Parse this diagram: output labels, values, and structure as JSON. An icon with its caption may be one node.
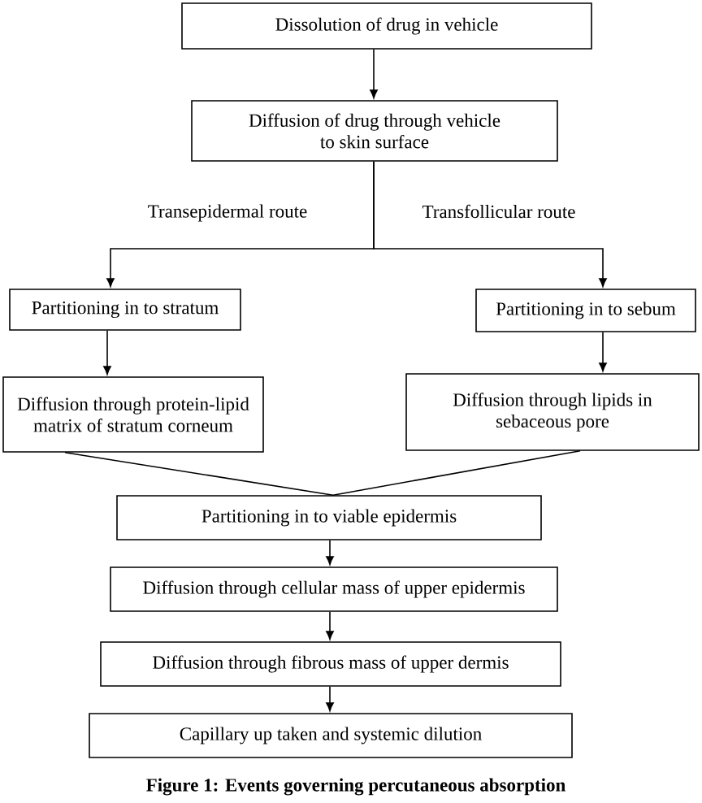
{
  "diagram": {
    "caption": "Figure 1: Events governing percutaneous absorption",
    "nodes": [
      {
        "text": [
          "Dissolution of drug in vehicle"
        ]
      },
      {
        "text": [
          "Diffusion of drug through vehicle to skin surface"
        ]
      },
      {
        "text": [
          "Partitioning in to stratum"
        ]
      },
      {
        "text": [
          "Partitioning in to sebum"
        ]
      },
      {
        "text": [
          "Diffusion through protein-lipid matrix of stratum corneum"
        ]
      },
      {
        "text": [
          "Diffusion through lipids in sebaceous pore"
        ]
      },
      {
        "text": [
          "Partitioning in to viable epidermis"
        ]
      },
      {
        "text": [
          "Diffusion through cellular mass of upper epidermis"
        ]
      },
      {
        "text": [
          "Diffusion through fibrous mass of upper dermis"
        ]
      },
      {
        "text": [
          "Capillary up taken and systemic dilution"
        ]
      }
    ],
    "edges": [
      {
        "from": 0,
        "to": 1,
        "arrow": "to"
      },
      {
        "from": 1,
        "to": 2,
        "arrow": "to",
        "label": "Transepidermal route"
      },
      {
        "from": 1,
        "to": 3,
        "arrow": "to",
        "label": "Transfollicular route"
      },
      {
        "from": 2,
        "to": 4,
        "arrow": "to"
      },
      {
        "from": 3,
        "to": 5,
        "arrow": "to"
      },
      {
        "from": 4,
        "to": 6,
        "arrow": "none"
      },
      {
        "from": 5,
        "to": 6,
        "arrow": "none"
      },
      {
        "from": 6,
        "to": 7,
        "arrow": "to"
      },
      {
        "from": 7,
        "to": 8,
        "arrow": "to"
      },
      {
        "from": 8,
        "to": 9,
        "arrow": "to"
      }
    ]
  }
}
